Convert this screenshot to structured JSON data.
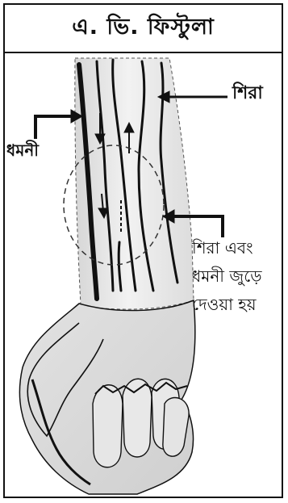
{
  "title": "এ. ভি. ফিস্টুলা",
  "labels": {
    "vein": "শিরা",
    "artery": "ধমনী",
    "joined_line1": "শিরা এবং",
    "joined_line2": "ধমনী জুড়ে",
    "joined_line3": "দেওয়া হয়"
  },
  "colors": {
    "skin_shade": "#e4e4e4",
    "outline": "#111111",
    "border": "#111111"
  }
}
